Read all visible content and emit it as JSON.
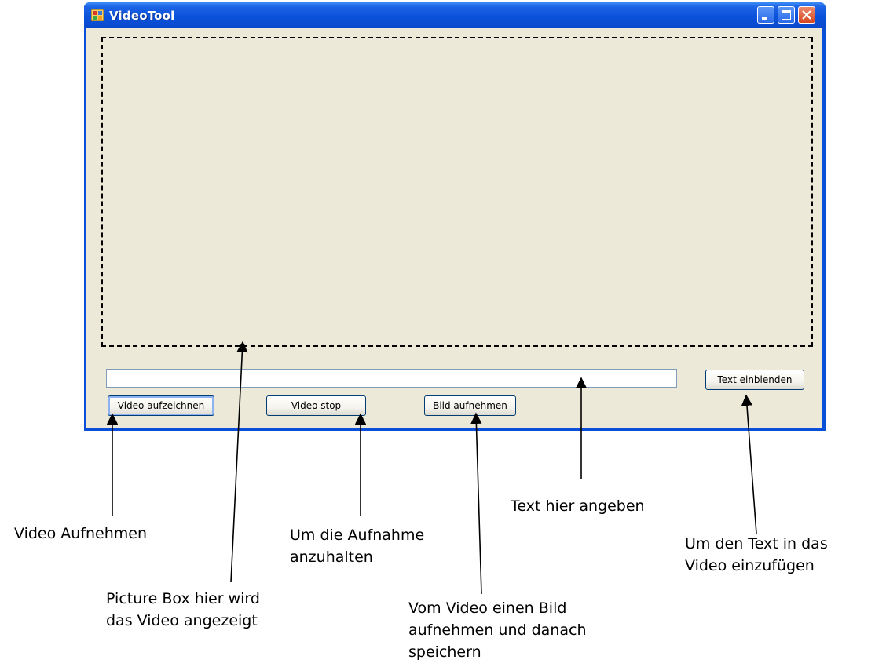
{
  "window": {
    "title": "VideoTool",
    "icons": [
      "app-icon",
      "minimize-icon",
      "maximize-icon",
      "close-icon"
    ]
  },
  "controls": {
    "text_input_value": "",
    "text_button_label": "Text einblenden",
    "record_button_label": "Video aufzeichnen",
    "stop_button_label": "Video stop",
    "picture_button_label": "Bild aufnehmen"
  },
  "annotations": {
    "record": [
      "Video Aufnehmen"
    ],
    "picturebox": [
      "Picture Box hier wird",
      "das Video angezeigt"
    ],
    "stop": [
      "Um die Aufnahme",
      "anzuhalten"
    ],
    "picture": [
      "Vom Video einen Bild",
      "aufnehmen und danach",
      "speichern"
    ],
    "text_input": [
      "Text hier angeben"
    ],
    "text_button": [
      "Um den Text in das",
      "Video einzufügen"
    ]
  },
  "colors": {
    "titlebar": "#0b52da",
    "client_background": "#ece9d8",
    "close_button": "#d5461e"
  }
}
